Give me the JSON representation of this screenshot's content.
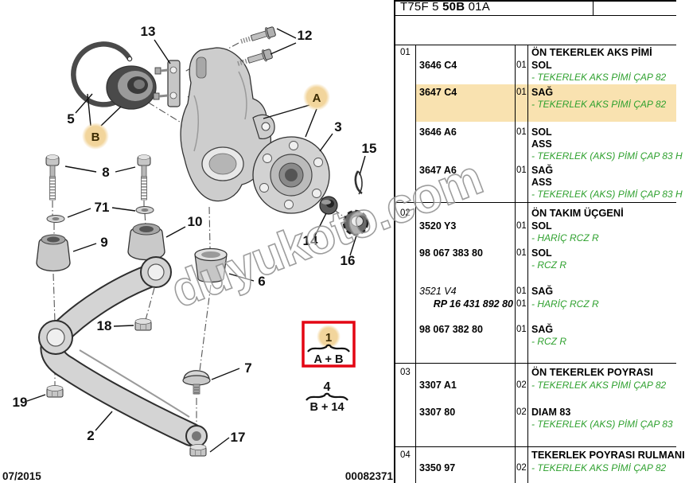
{
  "colors": {
    "note_green": "#2fa12f",
    "highlight_tan": "#f9e2b0",
    "marker_tan": "#f2d59c",
    "box_red": "#e30613"
  },
  "header": {
    "code_part1": "T75F 5",
    "code_part2": "50B",
    "code_part3": "01A"
  },
  "footer": {
    "date": "07/2015",
    "doc_number": "00082371"
  },
  "watermark": "duyukoto.com",
  "diagram": {
    "callouts": [
      "13",
      "12",
      "5",
      "3",
      "15",
      "8",
      "71",
      "9",
      "10",
      "14",
      "16",
      "6",
      "18",
      "7",
      "19",
      "2",
      "17"
    ],
    "markers": {
      "a": "A",
      "b": "B"
    },
    "combos": {
      "combo1": {
        "num": "1",
        "formula": "A + B"
      },
      "combo4": {
        "num": "4",
        "formula": "B + 14"
      }
    }
  },
  "table": {
    "groups": [
      {
        "ref": "01",
        "title": "ÖN TEKERLEK AKS PİMİ",
        "rows": [
          {
            "part": "3646 C4",
            "qty": "01",
            "l1": "SOL",
            "l2": "- TEKERLEK AKS PİMİ ÇAP 82"
          },
          {
            "part": "3647 C4",
            "qty": "01",
            "l1": "SAĞ",
            "l2": "- TEKERLEK AKS PİMİ ÇAP 82"
          },
          {
            "part": "3646 A6",
            "qty": "01",
            "l1": "SOL",
            "l2": "ASS",
            "l3": "- TEKERLEK (AKS) PİMİ ÇAP 83 H"
          },
          {
            "part": "3647 A6",
            "qty": "01",
            "l1": "SAĞ",
            "l2": "ASS",
            "l3": "- TEKERLEK (AKS) PİMİ ÇAP 83 H"
          }
        ]
      },
      {
        "ref": "02",
        "title": "ÖN TAKIM ÜÇGENİ",
        "rows": [
          {
            "part": "3520 Y3",
            "qty": "01",
            "l1": "SOL",
            "l2": "- HARİÇ RCZ R"
          },
          {
            "part": "98 067 383 80",
            "qty": "01",
            "l1": "SOL",
            "l2": "- RCZ R"
          },
          {
            "part": "3521 V4",
            "qty": "01",
            "l1": "SAĞ"
          },
          {
            "part": "RP 16 431 892 80",
            "qty": "01",
            "l1": "- HARİÇ RCZ R"
          },
          {
            "part": "98 067 382 80",
            "qty": "01",
            "l1": "SAĞ",
            "l2": "- RCZ R"
          }
        ]
      },
      {
        "ref": "03",
        "title": "ÖN TEKERLEK POYRASI",
        "rows": [
          {
            "part": "3307 A1",
            "qty": "02",
            "l1": "- TEKERLEK AKS PİMİ ÇAP 82"
          },
          {
            "part": "3307 80",
            "qty": "02",
            "l1": "DIAM 83",
            "l2": "- TEKERLEK (AKS) PİMİ ÇAP 83"
          }
        ]
      },
      {
        "ref": "04",
        "title": "TEKERLEK POYRASI RULMANI",
        "rows": [
          {
            "part": "3350 97",
            "qty": "02",
            "l1": "- TEKERLEK AKS PİMİ ÇAP 82"
          }
        ]
      }
    ]
  }
}
